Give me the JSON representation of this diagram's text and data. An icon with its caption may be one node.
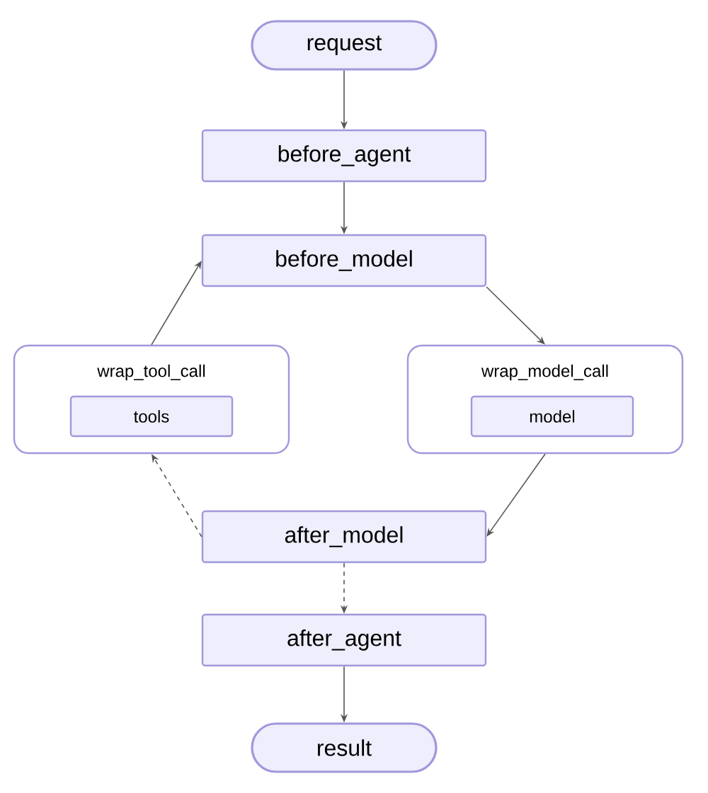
{
  "diagram": {
    "nodes": [
      {
        "text": [
          "request"
        ]
      },
      {
        "text": [
          "before_agent"
        ]
      },
      {
        "text": [
          "before_model"
        ]
      },
      {
        "text": [
          "wrap_tool_call"
        ]
      },
      {
        "text": [
          "tools"
        ],
        "in": 3
      },
      {
        "text": [
          "wrap_model_call"
        ]
      },
      {
        "text": [
          "model"
        ],
        "in": 5
      },
      {
        "text": [
          "after_model"
        ]
      },
      {
        "text": [
          "after_agent"
        ]
      },
      {
        "text": [
          "result"
        ]
      }
    ],
    "edges": [
      {
        "from": 0,
        "to": 1,
        "arrow": "to"
      },
      {
        "from": 1,
        "to": 2,
        "arrow": "to"
      },
      {
        "from": 2,
        "to": 5,
        "arrow": "to"
      },
      {
        "from": 5,
        "to": 7,
        "arrow": "to"
      },
      {
        "from": 7,
        "to": 3,
        "arrow": "to",
        "style": "dashed"
      },
      {
        "from": 3,
        "to": 2,
        "arrow": "to"
      },
      {
        "from": 7,
        "to": 8,
        "arrow": "to",
        "style": "dashed"
      },
      {
        "from": 8,
        "to": 9,
        "arrow": "to"
      }
    ]
  }
}
